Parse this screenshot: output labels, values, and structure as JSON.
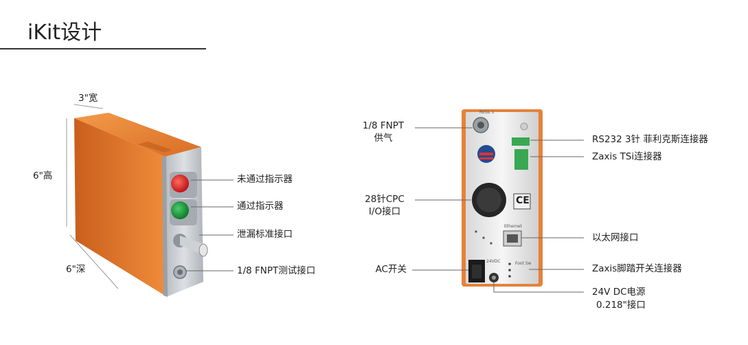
{
  "header": {
    "title": "iKit设计"
  },
  "left_device": {
    "dim_width": "3\"宽",
    "dim_height": "6\"高",
    "dim_depth": "6\"深",
    "callouts": {
      "fail_indicator": "未通过指示器",
      "pass_indicator": "通过指示器",
      "leak_std_port": "泄漏标准接口",
      "test_port": "1/8 FNPT测试接口"
    }
  },
  "right_device": {
    "supply_line1": "1/8 FNPT",
    "supply_line2": "供气",
    "cpc_line1": "28针CPC",
    "cpc_line2": "I/O接口",
    "ac_switch": "AC开关",
    "rs232": "RS232 3针 菲利克斯连接器",
    "zaxis_tsi": "Zaxis TSi连接器",
    "ethernet": "以太网接口",
    "foot_switch": "Zaxis脚踏开关连接器",
    "power_line1": "24V DC电源",
    "power_line2": "0.218\"接口",
    "ce_mark": "CE",
    "panel_print_reg": "REGL 1",
    "panel_print_ethernet": "Ethernet",
    "panel_print_dc": "24VDC",
    "panel_print_foot": "Foot Sw"
  },
  "colors": {
    "orange": "#e07a2e",
    "panel": "#c9cdd2",
    "red": "#e02020",
    "green": "#1f9a3e"
  }
}
